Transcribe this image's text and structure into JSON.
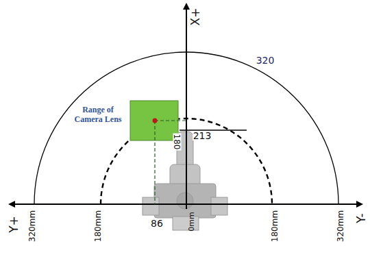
{
  "diagram": {
    "labels": [
      "X+",
      "320",
      "Range of Camera Lens",
      "213",
      "180",
      "Y+",
      "Y-",
      "320mm",
      "180mm",
      "86",
      "0mm",
      "180mm",
      "320mm"
    ]
  }
}
